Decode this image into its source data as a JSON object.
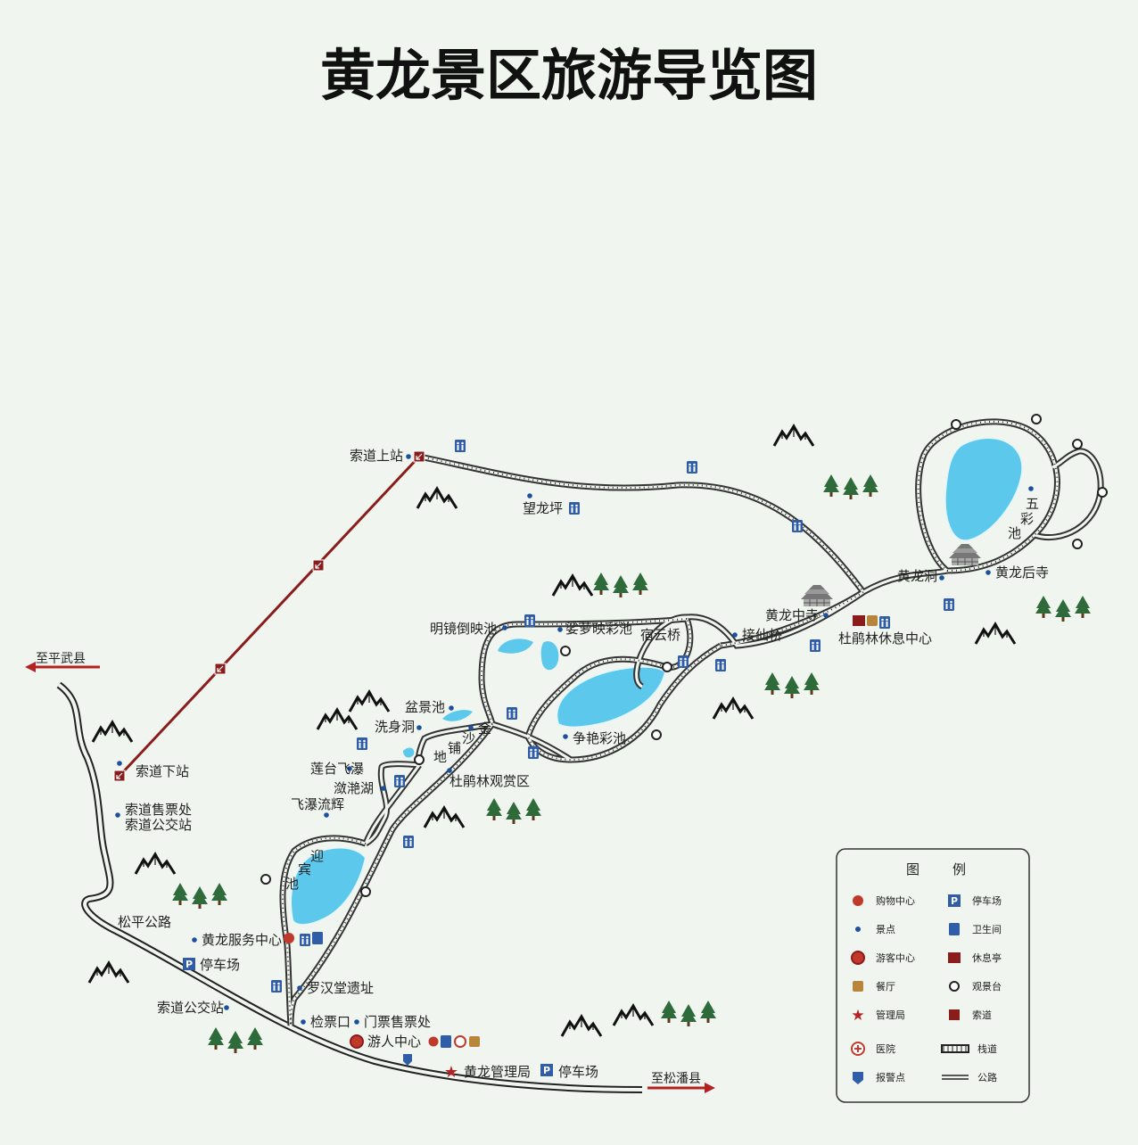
{
  "title": "黄龙景区旅游导览图",
  "colors": {
    "background": "#f0f6ef",
    "cableway": "#8a1c1c",
    "trail": "#333333",
    "lake": "#5cc8ec",
    "tree": "#2f6b3a",
    "spot": "#1c4f9c",
    "facility": "#2f5da8",
    "arrow": "#b22222"
  },
  "places": {
    "cable_top": "索道上站",
    "wanglongping": "望龙坪",
    "cable_bottom": "索道下站",
    "cable_ticket": "索道售票处",
    "cable_bus": "索道公交站",
    "to_pingwu": "至平武县",
    "to_songpan": "至松潘县",
    "songping_road": "松平公路",
    "service_center": "黄龙服务中心",
    "parking_1": "停车场",
    "parking_2": "停车场",
    "luohantang": "罗汉堂遗址",
    "cable_bus_2": "索道公交站",
    "checkpoint": "检票口",
    "ticket_office": "门票售票处",
    "visitor_center": "游人中心",
    "admin_bureau": "黄龙管理局",
    "yingbin_1": "迎",
    "yingbin_2": "宾",
    "yingbin_3": "池",
    "feipu": "飞瀑流辉",
    "lianhu": "潋滟湖",
    "liantai": "莲台飞瀑",
    "xishen": "洗身洞",
    "penjing": "盆景池",
    "jin": "金",
    "sha": "沙",
    "pu": "铺",
    "di": "地",
    "dujuan_view": "杜鹃林观赏区",
    "mingjing": "明镜倒映池",
    "suoluo": "娑萝映彩池",
    "zhengyan": "争艳彩池",
    "suyun": "宿云桥",
    "jiexian": "接仙桥",
    "zhongsi": "黄龙中寺",
    "dujuan_rest": "杜鹃林休息中心",
    "huanglong_cave": "黄龙洞",
    "housi": "黄龙后寺",
    "wucai_1": "五",
    "wucai_2": "彩",
    "wucai_3": "池"
  },
  "legend": {
    "title_1": "图",
    "title_2": "例",
    "items": [
      {
        "icon": "shopping-icon",
        "label": "购物中心"
      },
      {
        "icon": "parking-icon",
        "label": "停车场"
      },
      {
        "icon": "scenic-spot-icon",
        "label": "景点"
      },
      {
        "icon": "toilet-icon",
        "label": "卫生间"
      },
      {
        "icon": "visitor-center-icon",
        "label": "游客中心"
      },
      {
        "icon": "rest-pavilion-icon",
        "label": "休息亭"
      },
      {
        "icon": "restaurant-icon",
        "label": "餐厅"
      },
      {
        "icon": "viewing-platform-icon",
        "label": "观景台"
      },
      {
        "icon": "admin-star-icon",
        "label": "管理局"
      },
      {
        "icon": "cableway-icon",
        "label": "索道"
      },
      {
        "icon": "hospital-icon",
        "label": "医院"
      },
      {
        "icon": "boardwalk-icon",
        "label": "栈道"
      },
      {
        "icon": "police-icon",
        "label": "报警点"
      },
      {
        "icon": "road-icon",
        "label": "公路"
      }
    ]
  },
  "icons": {
    "parking_letter": "P",
    "shop_char": "商",
    "toilet_char": "♂♀",
    "star_char": "★",
    "hospital_char": "✚"
  }
}
